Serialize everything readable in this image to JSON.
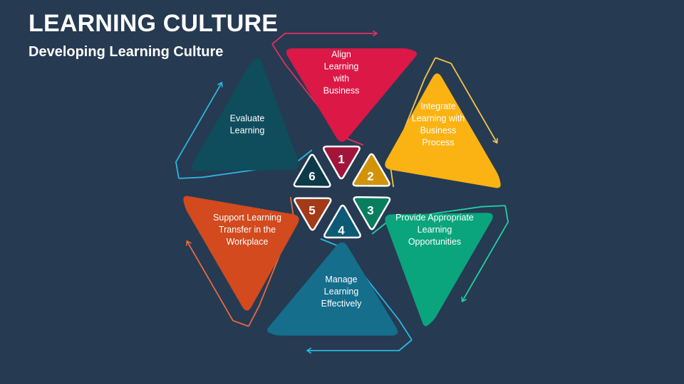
{
  "title": "LEARNING CULTURE",
  "subtitle": "Developing Learning Culture",
  "steps": [
    {
      "number": "1",
      "lines": [
        "Align",
        "Learning",
        "with",
        "Business"
      ],
      "color": "#dc1846",
      "dark": "#a3143a",
      "outline": "#e0305e"
    },
    {
      "number": "2",
      "lines": [
        "Integrate",
        "Learning with",
        "Business",
        "Process"
      ],
      "color": "#fbb313",
      "dark": "#d2930a",
      "outline": "#f4c64a"
    },
    {
      "number": "3",
      "lines": [
        "Provide Appropriate",
        "Learning",
        "Opportunities"
      ],
      "color": "#0aa57c",
      "dark": "#087e5f",
      "outline": "#1fd1a3"
    },
    {
      "number": "4",
      "lines": [
        "Manage",
        "Learning",
        "Effectively"
      ],
      "color": "#146e8c",
      "dark": "#0e5a76",
      "outline": "#2bb7e0"
    },
    {
      "number": "5",
      "lines": [
        "Support Learning",
        "Transfer in the",
        "Workplace"
      ],
      "color": "#d24a1e",
      "dark": "#a33a18",
      "outline": "#e8693f"
    },
    {
      "number": "6",
      "lines": [
        "Evaluate",
        "Learning"
      ],
      "color": "#0f4c5c",
      "dark": "#0c3a49",
      "outline": "#2bb7e0"
    }
  ]
}
